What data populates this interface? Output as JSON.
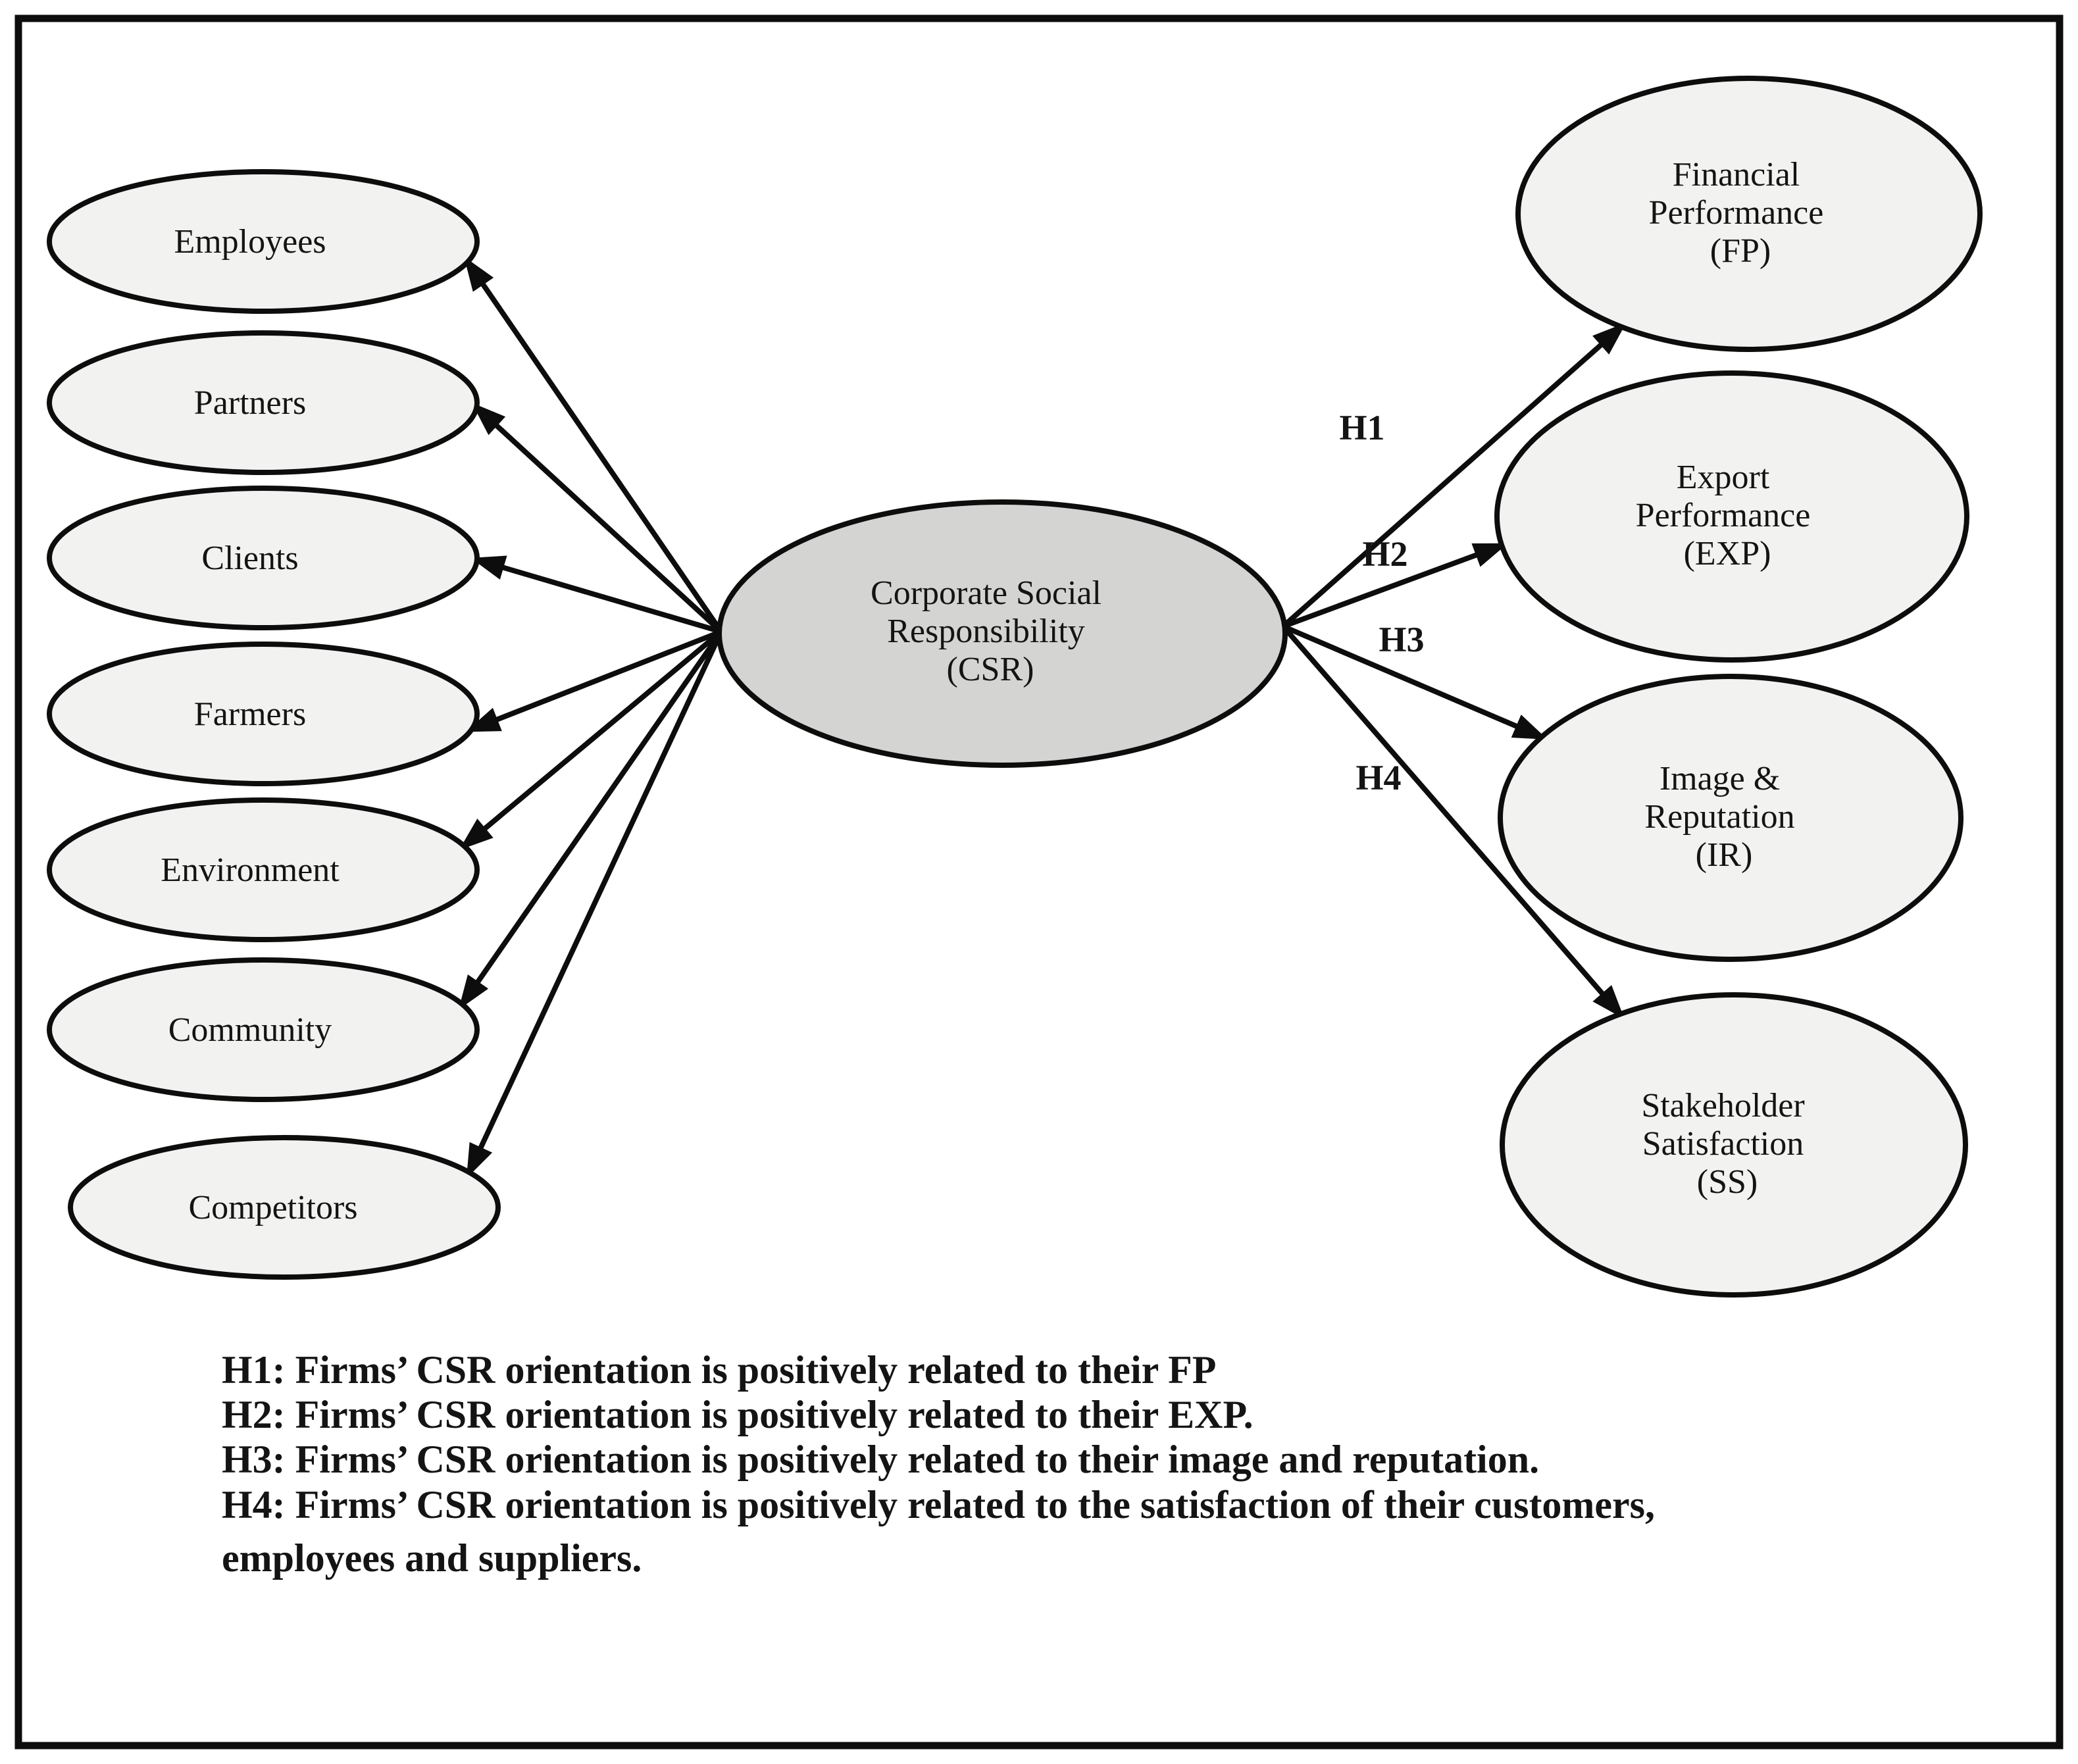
{
  "diagram": {
    "center_node": {
      "lines": [
        "Corporate Social",
        "Responsibility",
        "(CSR)"
      ]
    },
    "left_nodes": [
      {
        "label": "Employees"
      },
      {
        "label": "Partners"
      },
      {
        "label": "Clients"
      },
      {
        "label": "Farmers"
      },
      {
        "label": "Environment"
      },
      {
        "label": "Community"
      },
      {
        "label": "Competitors"
      }
    ],
    "right_nodes": [
      {
        "lines": [
          "Financial",
          "Performance",
          "(FP)"
        ]
      },
      {
        "lines": [
          "Export",
          "Performance",
          "(EXP)"
        ]
      },
      {
        "lines": [
          "Image &",
          "Reputation",
          "(IR)"
        ]
      },
      {
        "lines": [
          "Stakeholder",
          "Satisfaction",
          "(SS)"
        ]
      }
    ],
    "edge_labels": {
      "h1": "H1",
      "h2": "H2",
      "h3": "H3",
      "h4": "H4"
    },
    "notes": [
      "H1: Firms’ CSR orientation is positively related to their FP",
      "H2: Firms’ CSR orientation is positively related to their EXP.",
      "H3: Firms’ CSR orientation is positively related to their image and reputation.",
      "H4: Firms’ CSR orientation is positively related to the satisfaction of their customers,",
      "employees and suppliers."
    ],
    "colors": {
      "node_fill": "#f2f2f0",
      "center_fill": "#d4d4d2",
      "stroke": "#0d0d0d",
      "text": "#141414",
      "background": "#ffffff"
    }
  }
}
